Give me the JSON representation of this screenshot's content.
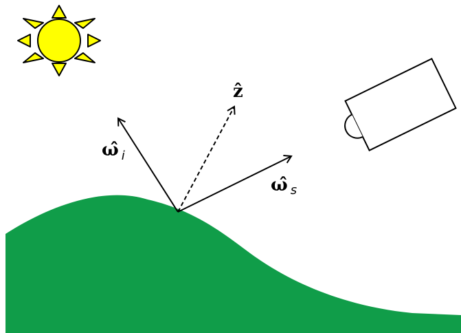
{
  "diagram": {
    "labels": {
      "incident": {
        "symbol": "ω̂",
        "subscript": "i"
      },
      "normal": {
        "symbol": "ẑ"
      },
      "scattered": {
        "symbol": "ω̂",
        "subscript": "s"
      }
    },
    "elements": {
      "sun": "sun-icon",
      "camera": "camera-icon",
      "terrain": "hill-surface"
    },
    "colors": {
      "terrain": "#109d49",
      "sun_fill": "#ffff00",
      "sun_rays": "#ffff00",
      "outline": "#000000",
      "background": "#ffffff"
    }
  }
}
